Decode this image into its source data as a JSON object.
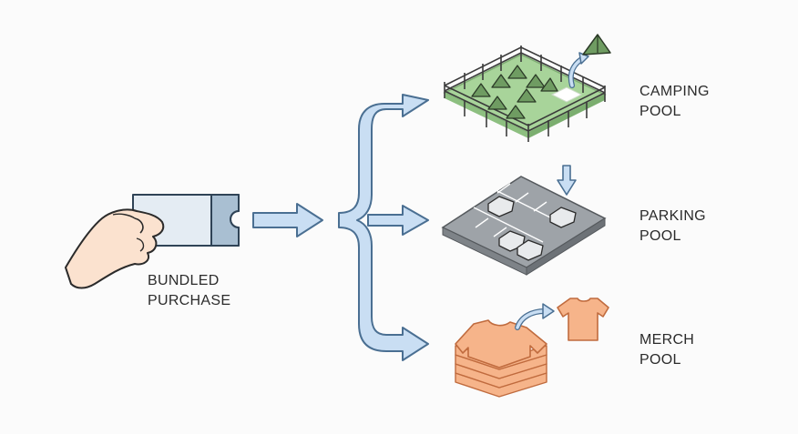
{
  "labels": {
    "bundle": {
      "line1": "BUNDLED",
      "line2": "PURCHASE"
    },
    "camping": {
      "line1": "CAMPING",
      "line2": "POOL"
    },
    "parking": {
      "line1": "PARKING",
      "line2": "POOL"
    },
    "merch": {
      "line1": "MERCH",
      "line2": "POOL"
    }
  },
  "colors": {
    "arrow_fill": "#c9def3",
    "arrow_stroke": "#4a6f92",
    "camping_green": "#a8d49a",
    "parking_gray": "#9ea3a8",
    "merch_orange": "#f6b48a",
    "ticket_fill": "#e4ecf3",
    "ticket_stub": "#a9bfd2",
    "hand_skin": "#fbe2cf"
  },
  "icons": [
    "hand-holding-ticket-icon",
    "tent-icon",
    "car-icon",
    "t-shirt-icon",
    "down-arrow-icon",
    "curved-arrow-icon"
  ]
}
